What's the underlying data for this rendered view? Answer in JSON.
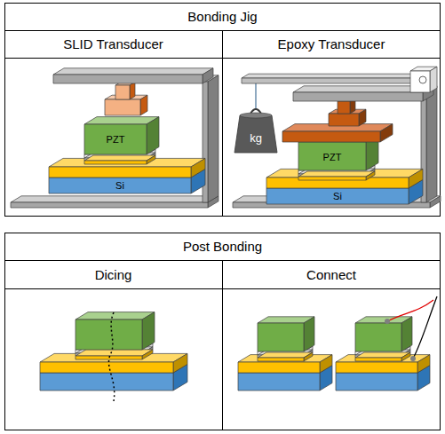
{
  "diagram": {
    "nodes": [
      {
        "text": [
          "Bonding Jig"
        ]
      },
      {
        "text": [
          "SLID Transducer"
        ]
      },
      {
        "text": [
          "Epoxy Transducer"
        ]
      },
      {
        "text": [
          "Post Bonding"
        ]
      },
      {
        "text": [
          "Dicing"
        ]
      },
      {
        "text": [
          "Connect"
        ]
      }
    ],
    "labels": [
      "PZT",
      "Si",
      "PZT",
      "Si",
      "kg"
    ]
  }
}
